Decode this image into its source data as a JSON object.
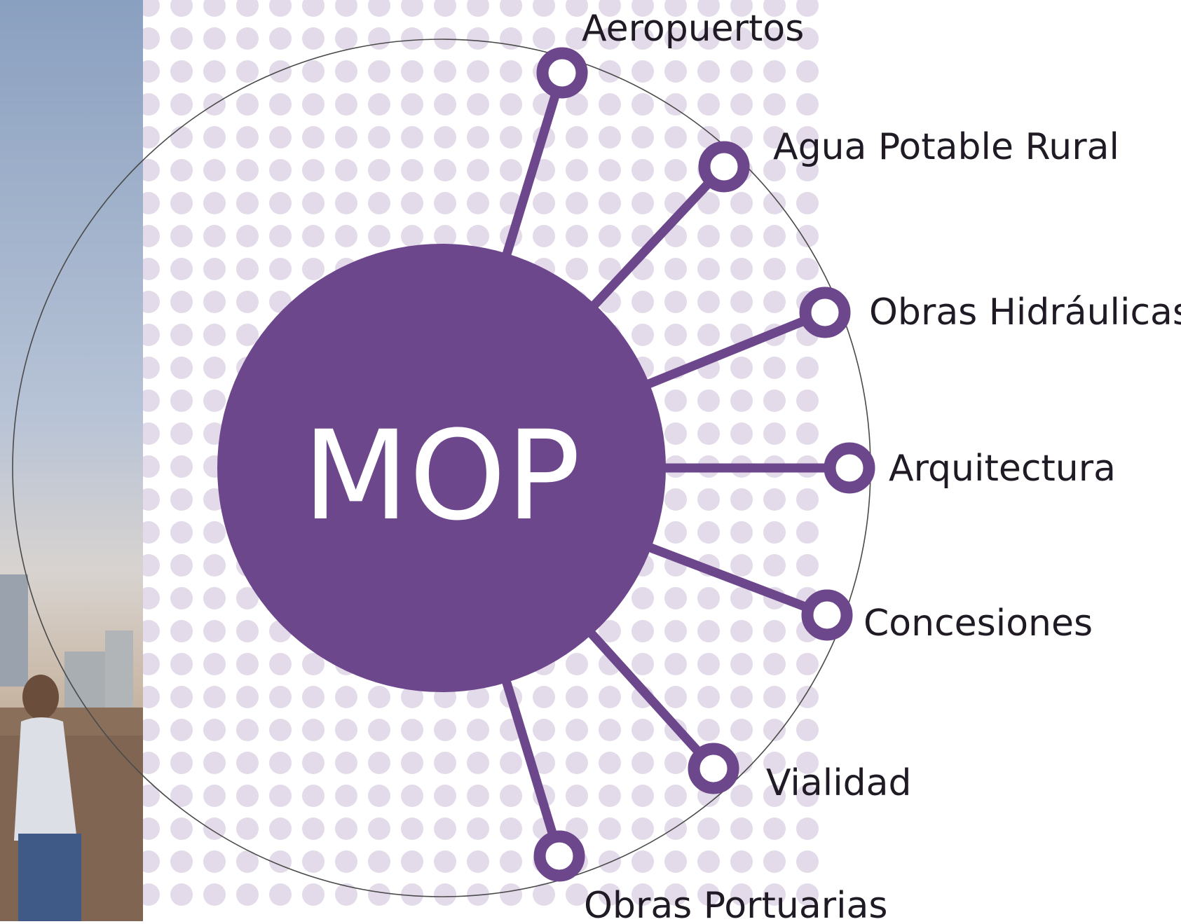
{
  "colors": {
    "accent": "#6d478c",
    "dot": "#e3dbe9",
    "label": "#1f1a24",
    "outline": "#4a4a4a"
  },
  "hub": {
    "label": "MOP"
  },
  "nodes": [
    {
      "id": "aeropuertos",
      "label": "Aeropuertos"
    },
    {
      "id": "agua-potable-rural",
      "label": "Agua Potable Rural"
    },
    {
      "id": "obras-hidraulicas",
      "label": "Obras Hidráulicas"
    },
    {
      "id": "arquitectura",
      "label": "Arquitectura"
    },
    {
      "id": "concesiones",
      "label": "Concesiones"
    },
    {
      "id": "vialidad",
      "label": "Vialidad"
    },
    {
      "id": "obras-portuarias",
      "label": "Obras Portuarias"
    }
  ]
}
